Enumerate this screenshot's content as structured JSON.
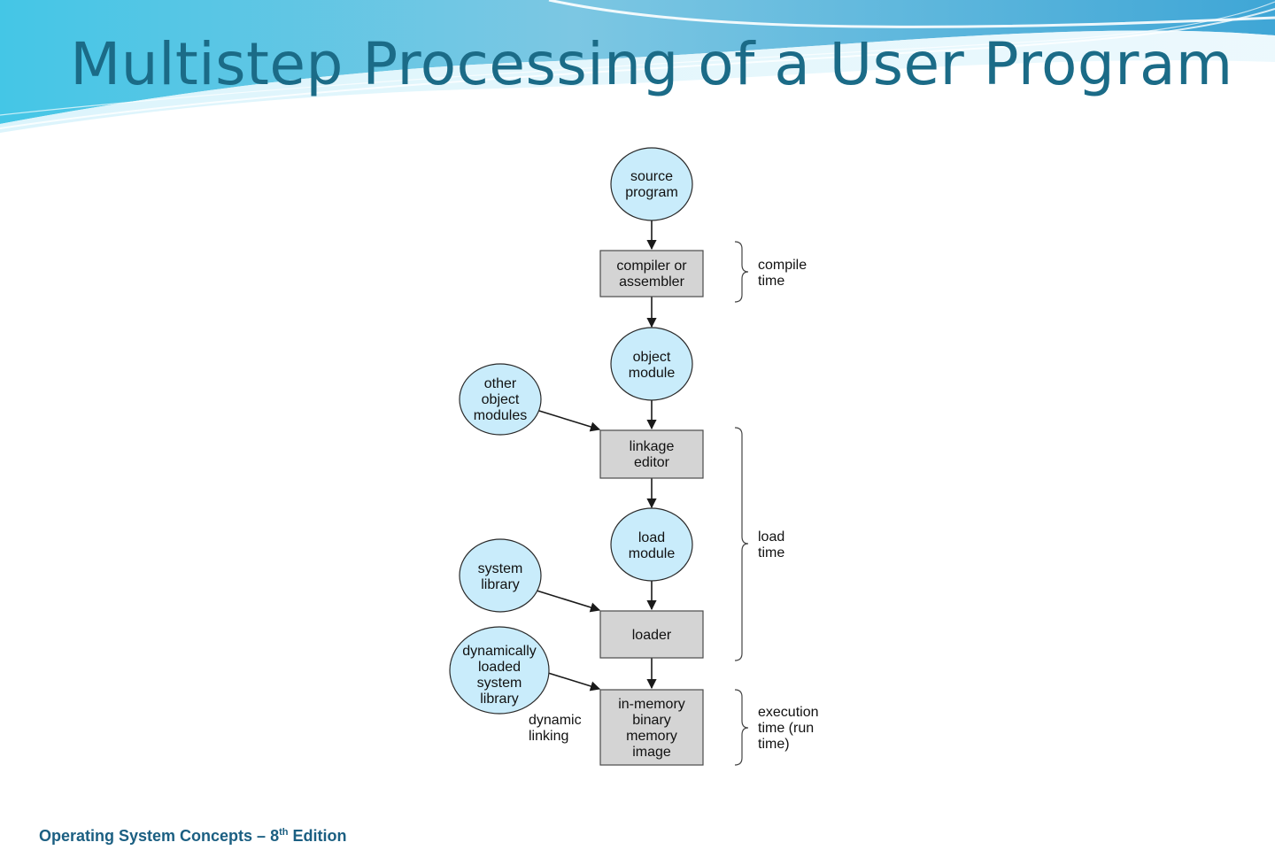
{
  "slide": {
    "title": "Multistep Processing of a User Program",
    "footer_text": "Operating System Concepts – 8",
    "footer_sup": "th",
    "footer_suffix": " Edition"
  },
  "colors": {
    "title": "#1b6b87",
    "ellipse_fill": "#c9ecfb",
    "box_fill": "#d4d4d4",
    "wave_light": "#bfe8f5",
    "wave_dark": "#5ab9dc"
  },
  "diagram": {
    "nodes": {
      "source_program": [
        "source",
        "program"
      ],
      "compiler": [
        "compiler or",
        "assembler"
      ],
      "object_module": [
        "object",
        "module"
      ],
      "other_object_modules": [
        "other",
        "object",
        "modules"
      ],
      "linkage_editor": [
        "linkage",
        "editor"
      ],
      "load_module": [
        "load",
        "module"
      ],
      "system_library": [
        "system",
        "library"
      ],
      "loader": [
        "loader"
      ],
      "dynamic_library": [
        "dynamically",
        "loaded",
        "system",
        "library"
      ],
      "in_memory_image": [
        "in-memory",
        "binary",
        "memory",
        "image"
      ]
    },
    "edge_labels": {
      "dynamic_linking": [
        "dynamic",
        "linking"
      ]
    },
    "phases": {
      "compile_time": [
        "compile",
        "time"
      ],
      "load_time": [
        "load",
        "time"
      ],
      "execution_time": [
        "execution",
        "time (run",
        "time)"
      ]
    }
  }
}
